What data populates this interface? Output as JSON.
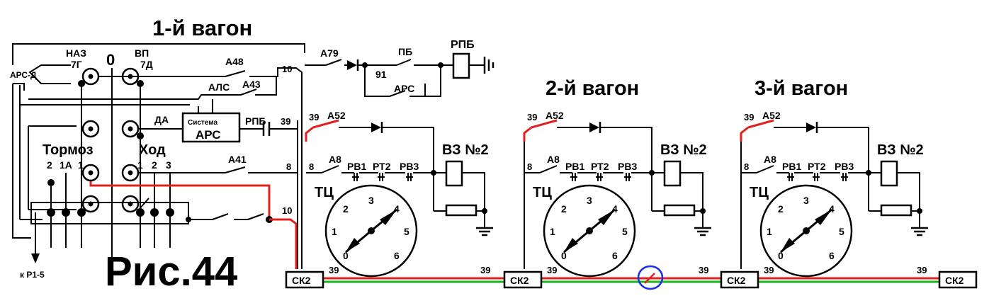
{
  "titles": {
    "car1": "1-й вагон",
    "car2": "2-й вагон",
    "car3": "3-й вагон",
    "figure": "Рис.44"
  },
  "car1": {
    "naz": "НАЗ",
    "naz_num": "7Г",
    "vp": "ВП",
    "vp_num": "7Д",
    "zero": "0",
    "ars_d": "АРС-Д",
    "da": "ДА",
    "tormoz": "Тормоз",
    "khod": "Ход",
    "t2": "2",
    "t1a": "1А",
    "t1": "1",
    "k1": "1",
    "k2": "2",
    "k3": "3",
    "a48": "А48",
    "als": "АЛС",
    "a43": "А43",
    "sistema": "Система",
    "ars": "АРС",
    "rpb": "РПБ",
    "a41": "А41",
    "kr15": "к Р1-5",
    "n10a": "10",
    "n39": "39",
    "n8": "8",
    "n10b": "10"
  },
  "top": {
    "a79": "А79",
    "pb": "ПБ",
    "rpb": "РПБ",
    "n91": "91",
    "ars": "АРС"
  },
  "unit": {
    "n39": "39",
    "a52": "А52",
    "a8": "А8",
    "n8": "8",
    "rv1": "РВ1",
    "rt2": "РТ2",
    "rv3": "РВ3",
    "vz": "ВЗ №2",
    "tc": "ТЦ",
    "gauge": [
      "0",
      "1",
      "2",
      "3",
      "4",
      "5",
      "6"
    ]
  },
  "bus": {
    "sk2": "СК2",
    "n39": "39"
  }
}
